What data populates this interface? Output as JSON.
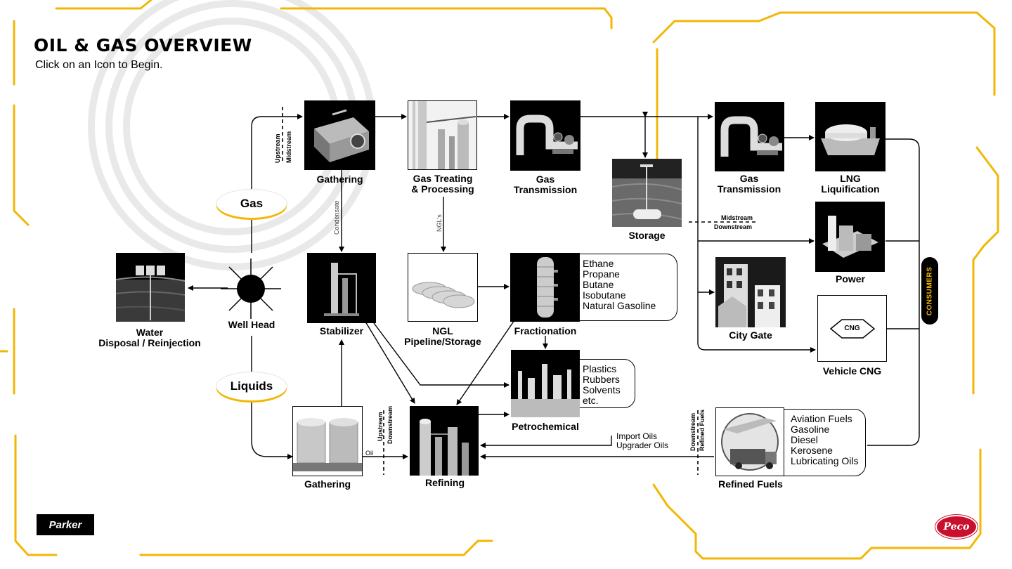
{
  "header": {
    "title": "OIL & GAS OVERVIEW",
    "subtitle": "Click on an Icon to Begin."
  },
  "nodes": {
    "gathering_gas": "Gathering",
    "gas_treating_1": "Gas Treating",
    "gas_treating_2": "& Processing",
    "gas_transmission_1a": "Gas",
    "gas_transmission_1b": "Transmission",
    "storage": "Storage",
    "gas_transmission_2a": "Gas",
    "gas_transmission_2b": "Transmission",
    "lng_1": "LNG",
    "lng_2": "Liquification",
    "power": "Power",
    "city_gate": "City Gate",
    "vehicle_cng": "Vehicle CNG",
    "cng_badge": "CNG",
    "water_1": "Water",
    "water_2": "Disposal / Reinjection",
    "well_head": "Well Head",
    "stabilizer": "Stabilizer",
    "ngl_1": "NGL",
    "ngl_2": "Pipeline/Storage",
    "fractionation": "Fractionation",
    "petrochemical": "Petrochemical",
    "gathering_liquids": "Gathering",
    "refining": "Refining",
    "refined_fuels": "Refined Fuels",
    "consumers": "CONSUMERS"
  },
  "ovals": {
    "gas": "Gas",
    "liquids": "Liquids"
  },
  "lists": {
    "fractionation": [
      "Ethane",
      "Propane",
      "Butane",
      "Isobutane",
      "Natural Gasoline"
    ],
    "petrochemical": [
      "Plastics",
      "Rubbers",
      "Solvents",
      "etc."
    ],
    "refined_fuels": [
      "Aviation Fuels",
      "Gasoline",
      "Diesel",
      "Kerosene",
      "Lubricating Oils"
    ]
  },
  "connector_labels": {
    "upstream": "Upstream",
    "midstream": "Midstream",
    "downstream": "Downstream",
    "condensate": "Condensate",
    "ngls": "NGL's",
    "oil": "Oil",
    "import_oils": "Import Oils",
    "upgrader_oils": "Upgrader Oils",
    "refined_fuels_v": "Refined Fuels"
  },
  "logos": {
    "parker": "Parker",
    "peco": "Peco"
  },
  "colors": {
    "accent": "#f2b705",
    "ink": "#000000",
    "panel": "#ffffff"
  }
}
